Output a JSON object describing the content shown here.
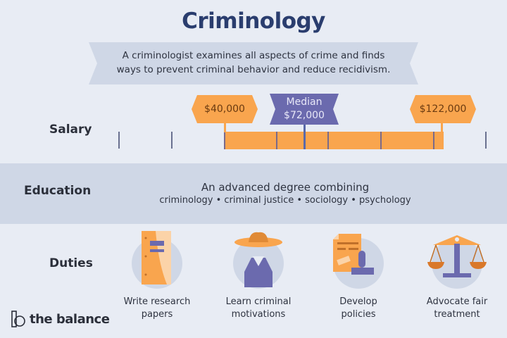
{
  "title": "Criminology",
  "banner": {
    "line1": "A criminologist examines all aspects of crime and finds",
    "line2": "ways to prevent criminal behavior and reduce recidivism."
  },
  "salary": {
    "label": "Salary",
    "low": "$40,000",
    "median_label": "Median",
    "median_value": "$72,000",
    "high": "$122,000"
  },
  "education": {
    "label": "Education",
    "main": "An advanced degree combining",
    "sub": "criminology • criminal justice • sociology • psychology"
  },
  "duties": {
    "label": "Duties",
    "items": [
      {
        "line1": "Write research",
        "line2": "papers",
        "icon": "notebook-icon"
      },
      {
        "line1": "Learn criminal",
        "line2": "motivations",
        "icon": "detective-icon"
      },
      {
        "line1": "Develop",
        "line2": "policies",
        "icon": "document-stamp-icon"
      },
      {
        "line1": "Advocate fair",
        "line2": "treatment",
        "icon": "scales-icon"
      }
    ]
  },
  "brand": {
    "name": "the balance"
  },
  "colors": {
    "background": "#e8ecf4",
    "title": "#2a3d6e",
    "orange": "#f9a54e",
    "purple": "#6b6aae",
    "band": "#cfd7e6"
  }
}
